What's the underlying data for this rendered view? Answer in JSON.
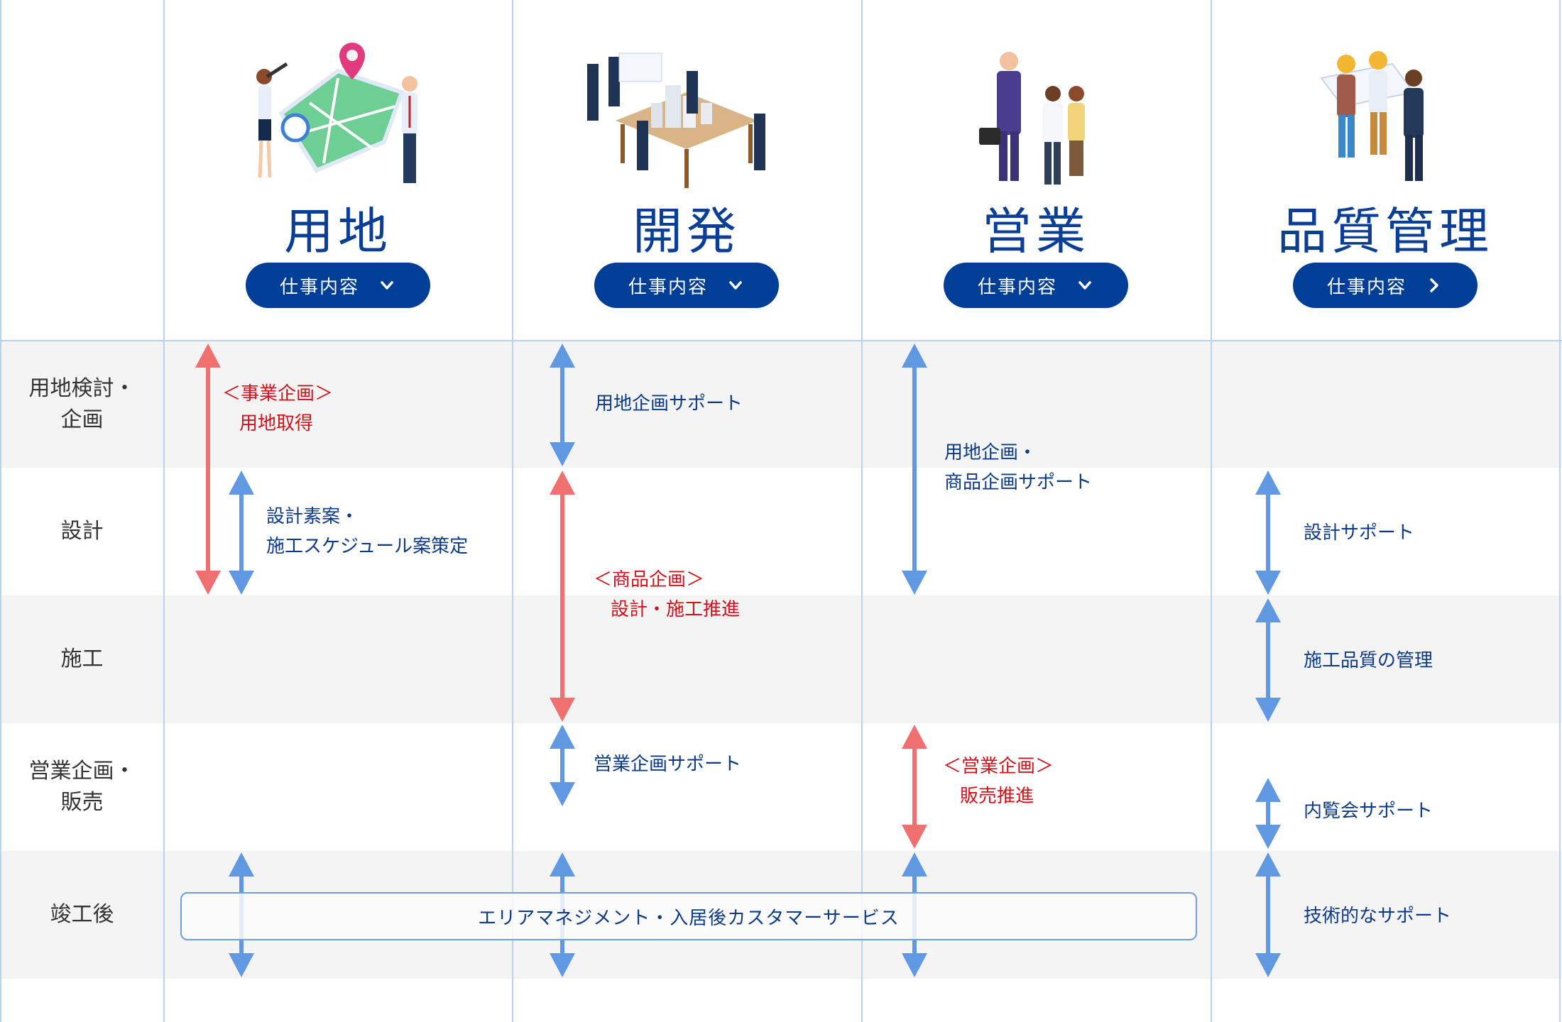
{
  "colors": {
    "accent_navy": "#003e97",
    "title_blue": "#0a3f95",
    "support_arrow": "#6198e2",
    "lead_arrow": "#f07070",
    "support_text": "#0c3a86",
    "lead_text": "#d0121b",
    "grid_line": "#b9d2f3",
    "band_gray": "#f4f4f4"
  },
  "columns": [
    {
      "title": "用地",
      "button_label": "仕事内容",
      "button_icon": "chevron-down-icon",
      "illustration": "land-survey-illustration"
    },
    {
      "title": "開発",
      "button_label": "仕事内容",
      "button_icon": "chevron-down-icon",
      "illustration": "development-meeting-illustration"
    },
    {
      "title": "営業",
      "button_label": "仕事内容",
      "button_icon": "chevron-down-icon",
      "illustration": "sales-handshake-illustration"
    },
    {
      "title": "品質管理",
      "button_label": "仕事内容",
      "button_icon": "chevron-right-icon",
      "illustration": "quality-inspection-illustration"
    }
  ],
  "phases": [
    {
      "label_line1": "用地検討・",
      "label_line2": "企画"
    },
    {
      "label_line1": "設計",
      "label_line2": ""
    },
    {
      "label_line1": "施工",
      "label_line2": ""
    },
    {
      "label_line1": "営業企画・",
      "label_line2": "販売"
    },
    {
      "label_line1": "竣工後",
      "label_line2": ""
    }
  ],
  "tasks": {
    "land_lead_line1": "＜事業企画＞",
    "land_lead_line2": "用地取得",
    "land_support_line1": "設計素案・",
    "land_support_line2": "施工スケジュール案策定",
    "dev_support_land": "用地企画サポート",
    "dev_lead_line1": "＜商品企画＞",
    "dev_lead_line2": "設計・施工推進",
    "dev_support_sales": "営業企画サポート",
    "sales_support_line1": "用地企画・",
    "sales_support_line2": "商品企画サポート",
    "sales_lead_line1": "＜営業企画＞",
    "sales_lead_line2": "販売推進",
    "qc_design": "設計サポート",
    "qc_construction": "施工品質の管理",
    "qc_preview": "内覧会サポート",
    "qc_technical": "技術的なサポート",
    "aftercare_banner": "エリアマネジメント・入居後カスタマーサービス"
  }
}
